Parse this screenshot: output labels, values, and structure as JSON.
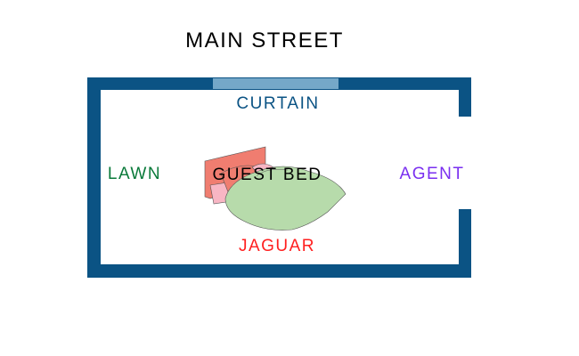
{
  "title": "MAIN STREET",
  "labels": {
    "window": "CURTAIN",
    "left": "LAWN",
    "right": "AGENT",
    "bottom": "JAGUAR",
    "furniture": "GUEST BED"
  },
  "colors": {
    "wall": "#0b5384",
    "window": "#75a8c8",
    "window_label": "#0b5384",
    "left_label": "#0a7a3a",
    "right_label": "#7a2ff0",
    "bottom_label": "#ff2020"
  }
}
